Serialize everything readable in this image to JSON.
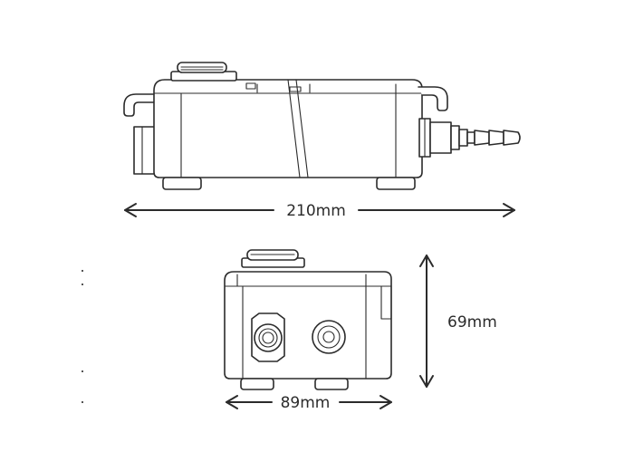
{
  "dimensions": {
    "length_label": "210mm",
    "height_label": "69mm",
    "width_label": "89mm"
  },
  "colors": {
    "line": "#2b2b2b",
    "background": "#ffffff"
  },
  "views": [
    "side-view",
    "end-view"
  ]
}
